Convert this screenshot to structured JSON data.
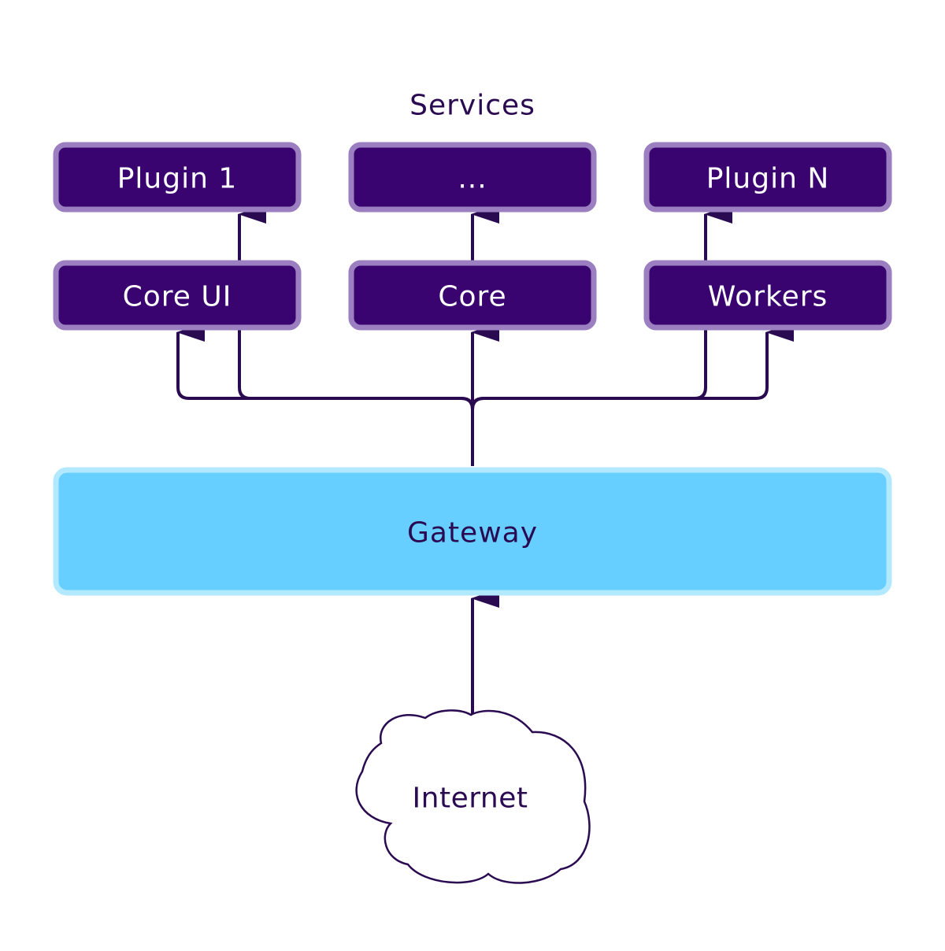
{
  "title": "Services",
  "services": {
    "plugin_1": "Plugin 1",
    "plugin_mid": "...",
    "plugin_n": "Plugin N",
    "core_ui": "Core UI",
    "core": "Core",
    "workers": "Workers"
  },
  "gateway": "Gateway",
  "internet": "Internet",
  "colors": {
    "service_fill": "#3a0470",
    "service_border": "#9b7fc1",
    "service_text": "#ffffff",
    "gateway_fill": "#66cfff",
    "gateway_border": "#b3e9ff",
    "dark_text": "#2a0a50",
    "line": "#2a0a50",
    "cloud_fill": "#ffffff"
  }
}
